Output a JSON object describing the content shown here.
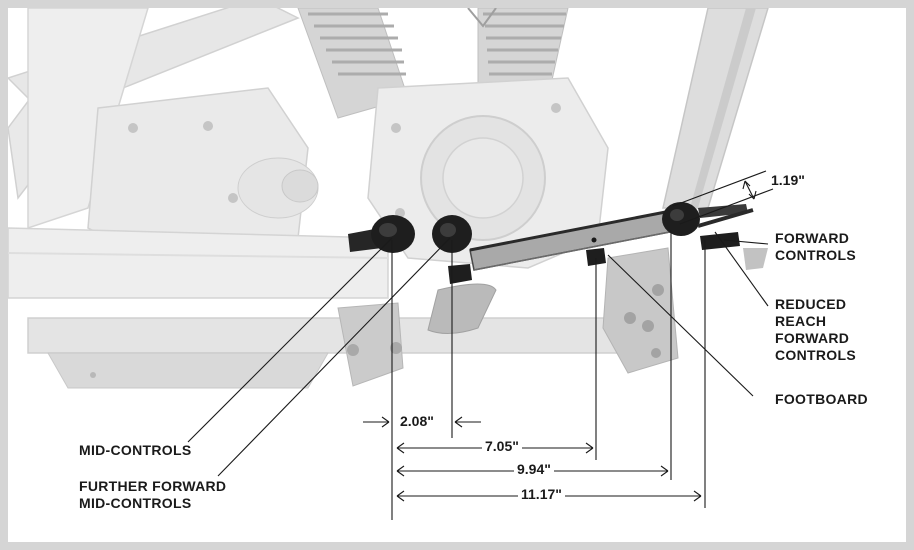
{
  "labels": {
    "forward_controls": [
      "FORWARD",
      "CONTROLS"
    ],
    "reduced_reach": [
      "REDUCED",
      "REACH",
      "FORWARD",
      "CONTROLS"
    ],
    "footboard": "FOOTBOARD",
    "mid_controls": "MID-CONTROLS",
    "further_forward": [
      "FURTHER FORWARD",
      "MID-CONTROLS"
    ]
  },
  "dimensions": {
    "peg_angle": "1.19\"",
    "d1": "2.08\"",
    "d2": "7.05\"",
    "d3": "9.94\"",
    "d4": "11.17\""
  },
  "colors": {
    "frame": "#d5d5d5",
    "background": "#ffffff",
    "engine_light": "#ececec",
    "engine_mid": "#d6d6d6",
    "engine_dark": "#bdbdbd",
    "peg": "#1e1e1e",
    "board": "#a9a9a9",
    "line": "#1a1a1a"
  }
}
